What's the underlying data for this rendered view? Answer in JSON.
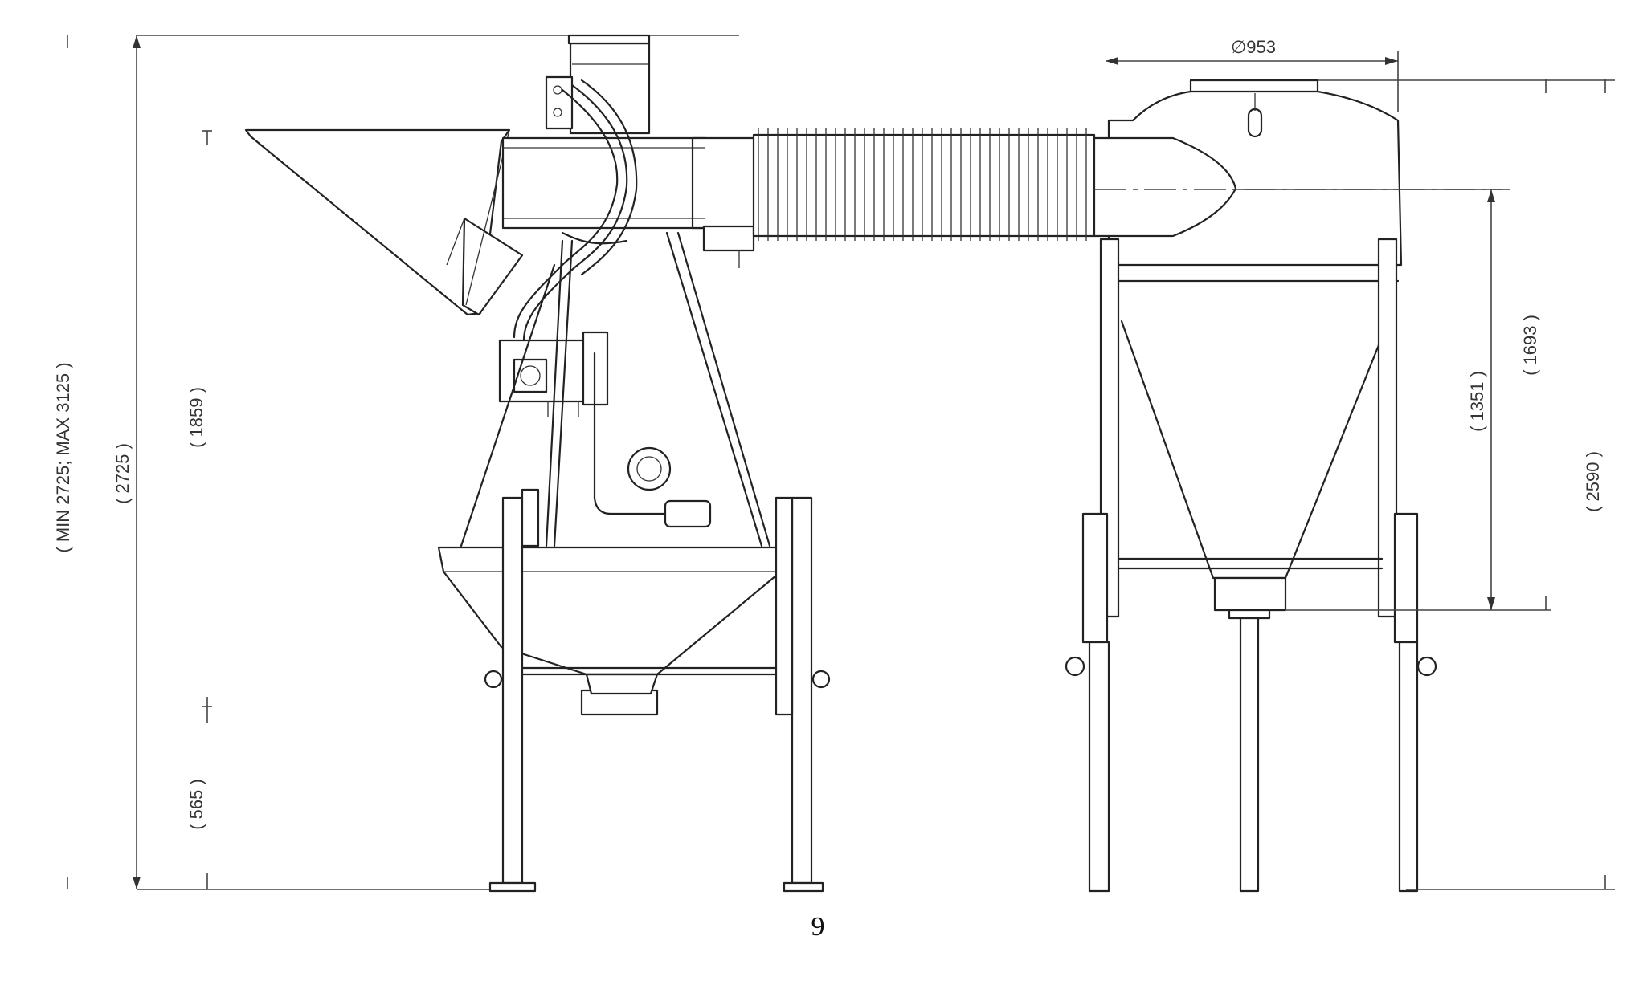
{
  "dimensions": {
    "left_range": "( MIN 2725; MAX 3125 )",
    "left_overall": "( 2725 )",
    "hopper_top_height": "( 1859 )",
    "leg_height": "( 565 )",
    "cyclone_diameter": "∅953",
    "inlet_to_cone": "( 1351 )",
    "inlet_top": "( 1693 )",
    "cyclone_total": "( 2590 )"
  },
  "page": {
    "number": "9"
  }
}
